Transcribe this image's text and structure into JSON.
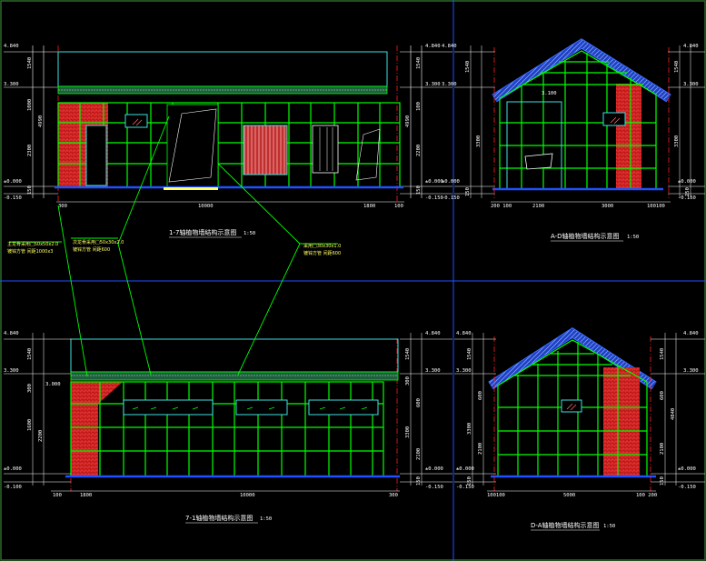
{
  "drawings": {
    "d1": {
      "title": "1-7轴植物墙结构示意图",
      "scale": "1:50",
      "levels": [
        "4.840",
        "3.300",
        "±0.000",
        "-0.150"
      ],
      "levels_right": [
        "4.840",
        "3.300",
        "±0.000",
        "-0.150"
      ],
      "dims_bottom": [
        "300",
        "10000",
        "1800",
        "100"
      ],
      "dims_left": [
        "1540",
        "1000",
        "2300",
        "150",
        "4990"
      ],
      "dims_right": [
        "1540",
        "100",
        "2200",
        "150",
        "4990"
      ]
    },
    "d2": {
      "title": "A-D轴植物墙结构示意图",
      "scale": "1:50",
      "levels_left": [
        "4.840",
        "3.300",
        "±0.000",
        "-0.150"
      ],
      "levels_right": [
        "4.840",
        "3.300",
        "±0.000",
        "-0.150"
      ],
      "ridge_label": "3.100",
      "dims_bottom": [
        "200 100",
        "2100",
        "3000",
        "100100"
      ],
      "dims_left": [
        "1540",
        "3300",
        "150"
      ],
      "dims_right": [
        "1540",
        "3300",
        "150"
      ]
    },
    "d3": {
      "title": "7-1轴植物墙结构示意图",
      "scale": "1:50",
      "levels": [
        "4.840",
        "3.300",
        "3.000",
        "±0.000",
        "-0.100"
      ],
      "levels_right": [
        "4.840",
        "3.300",
        "±0.000",
        "-0.150"
      ],
      "dims_bottom": [
        "100",
        "1800",
        "10000",
        "300"
      ],
      "dims_left": [
        "1540",
        "300",
        "1600",
        "2200"
      ],
      "dims_right": [
        "1540",
        "300",
        "600",
        "3300",
        "2100",
        "150"
      ]
    },
    "d4": {
      "title": "D-A轴植物墙结构示意图",
      "scale": "1:50",
      "levels_left": [
        "4.840",
        "3.300",
        "±0.000",
        "-0.150"
      ],
      "levels_right": [
        "4.840",
        "3.300",
        "±0.000",
        "-0.150"
      ],
      "dims_bottom": [
        "100100",
        "5000",
        "100 200"
      ],
      "dims_left": [
        "1540",
        "600",
        "3300",
        "2100",
        "150"
      ],
      "dims_right": [
        "1540",
        "600",
        "4840",
        "2100",
        "150"
      ]
    }
  },
  "callouts": [
    {
      "line1": "主龙骨采用□50x50x2.0",
      "line2": "镀锌方管 间距1000x3"
    },
    {
      "line1": "次龙骨采用□50x30x2.0",
      "line2": "镀锌方管 间距600"
    },
    {
      "line1": "采用□30x30x1.0",
      "line2": "镀锌方管 间距600"
    }
  ],
  "colors": {
    "background": "#000000",
    "frame": "#2a6a2a",
    "grid_green": "#00ff00",
    "roof_blue": "#3a6bff",
    "brick_red": "#e02020",
    "dim_white": "#ffffff",
    "axis_red": "#ff2020",
    "divider_blue": "#2050ff",
    "window_pink": "#ff8080",
    "cyan": "#40e0e0"
  },
  "icons": [
    "dimension-tick-icon",
    "level-marker-icon",
    "window-symbol-icon"
  ]
}
